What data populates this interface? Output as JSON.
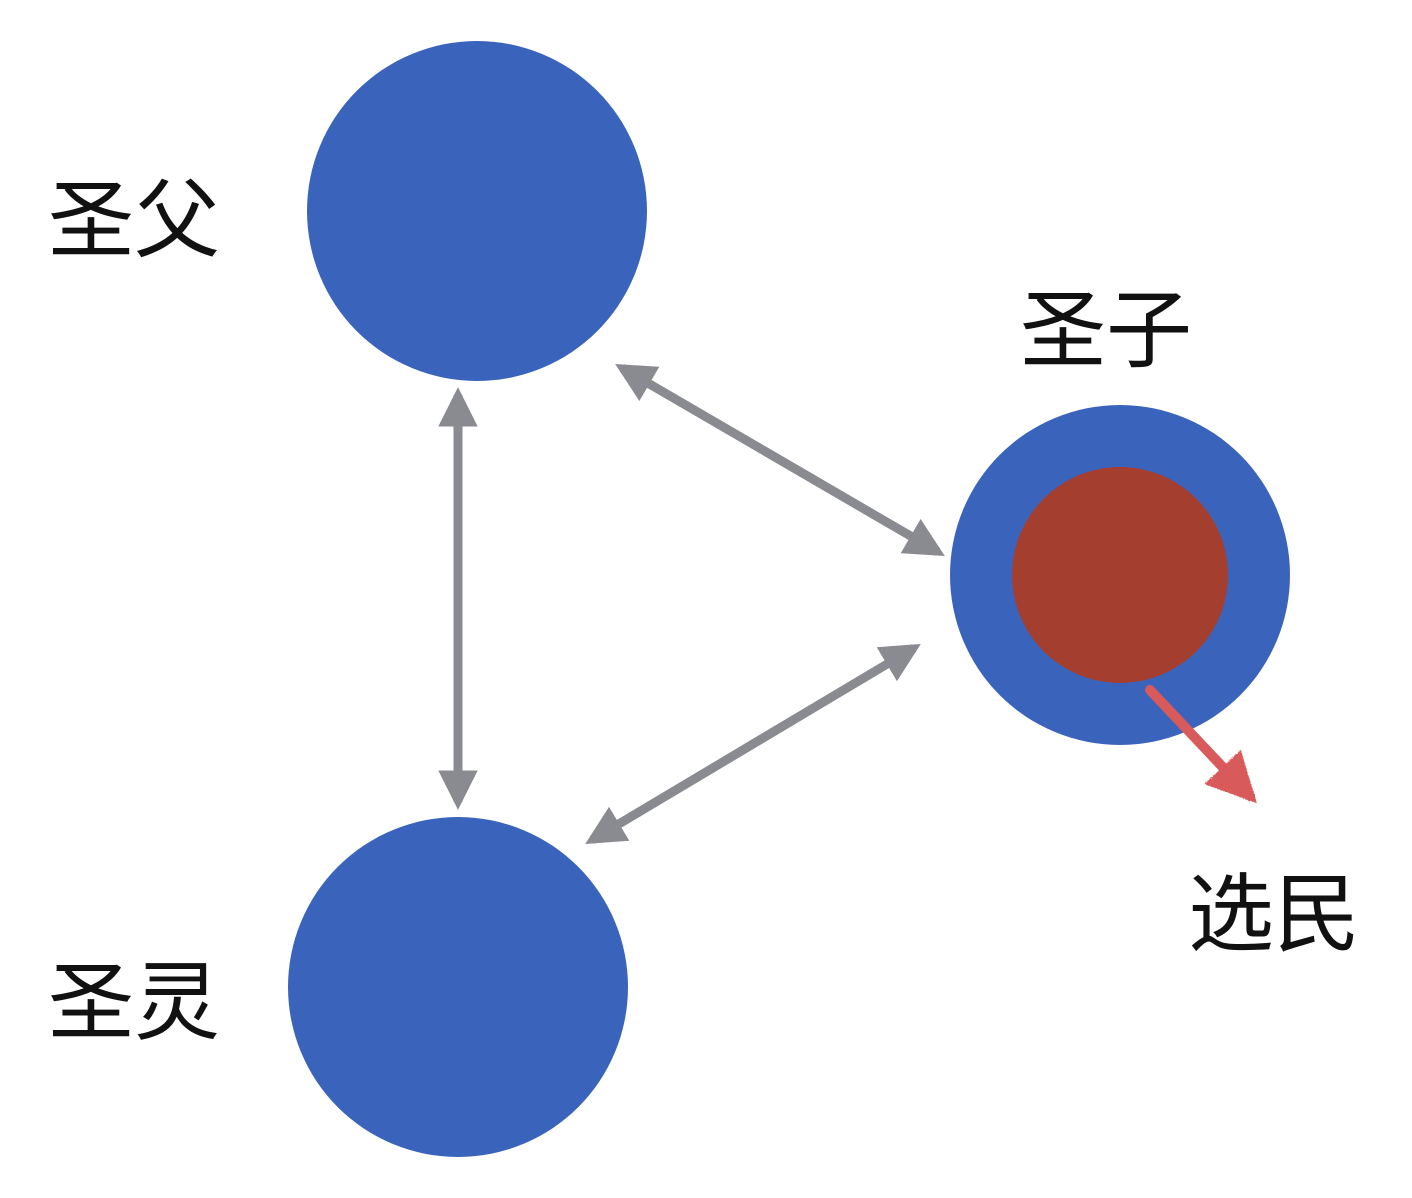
{
  "diagram": {
    "nodes": {
      "father": {
        "label": "圣父"
      },
      "son": {
        "label": "圣子"
      },
      "spirit": {
        "label": "圣灵"
      },
      "elect": {
        "label": "选民"
      }
    },
    "edges": [
      {
        "from": "father",
        "to": "spirit",
        "type": "bidirectional"
      },
      {
        "from": "father",
        "to": "son",
        "type": "bidirectional"
      },
      {
        "from": "spirit",
        "to": "son",
        "type": "bidirectional"
      },
      {
        "from": "son",
        "to": "elect",
        "type": "directed"
      }
    ],
    "colors": {
      "node_fill": "#3a64bc",
      "son_inner_fill": "#a43f2f",
      "arrow_gray": "#8a8b90",
      "arrow_red": "#d85a5a",
      "label_text": "#111111",
      "background": "#ffffff"
    }
  }
}
